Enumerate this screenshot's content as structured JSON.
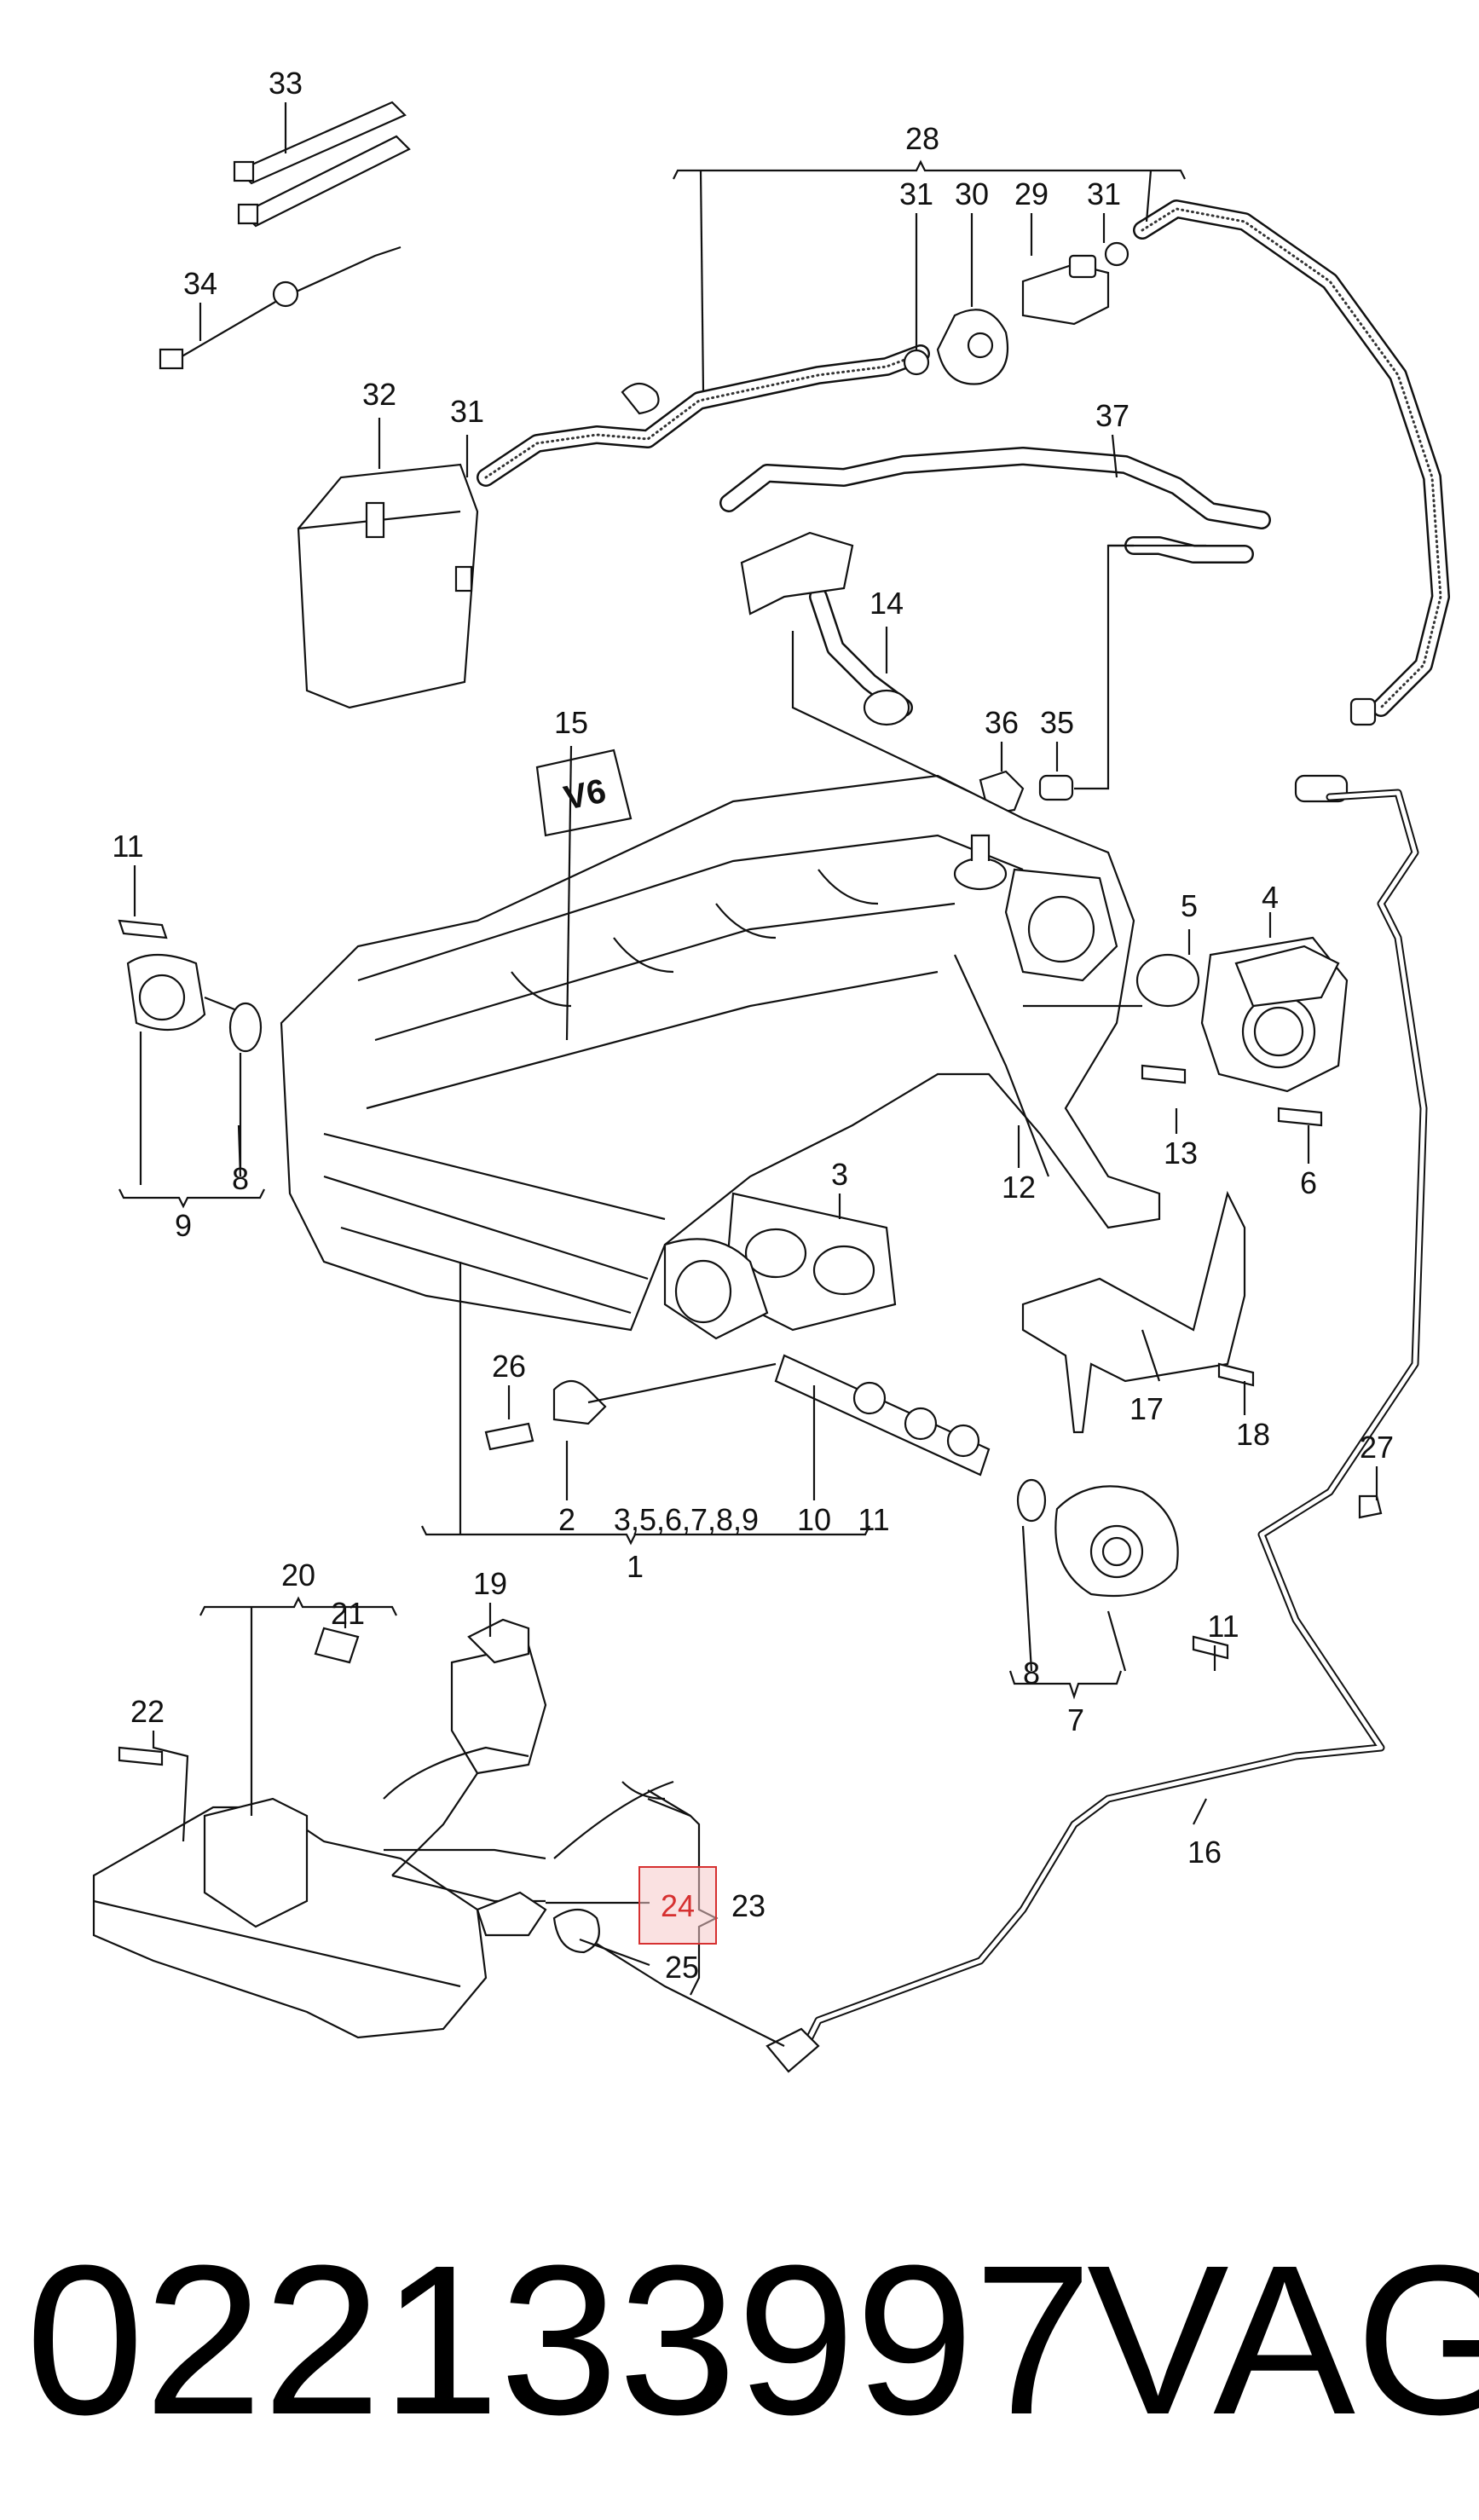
{
  "diagram": {
    "callouts": {
      "c33": "33",
      "c34": "34",
      "c32": "32",
      "c31a": "31",
      "c28": "28",
      "c31b": "31",
      "c30": "30",
      "c29": "29",
      "c31c": "31",
      "c37": "37",
      "c14": "14",
      "c15": "15",
      "c36": "36",
      "c35": "35",
      "c11a": "11",
      "c5": "5",
      "c4": "4",
      "c8a": "8",
      "c9": "9",
      "c13": "13",
      "c6": "6",
      "c12": "12",
      "c3": "3",
      "c26": "26",
      "c17": "17",
      "c18": "18",
      "c2": "2",
      "c3to9": "3,5,6,7,8,9",
      "c10": "10",
      "c11b": "11",
      "c27": "27",
      "c1": "1",
      "c20": "20",
      "c19": "19",
      "c21": "21",
      "c11c": "11",
      "c22": "22",
      "c8b": "8",
      "c7": "7",
      "c16": "16",
      "c24": "24",
      "c23": "23",
      "c25": "25"
    },
    "emblem_text": "V6",
    "highlight_color": "#d63030"
  },
  "footer": {
    "part_number": "022133997",
    "brand": "VAG"
  }
}
